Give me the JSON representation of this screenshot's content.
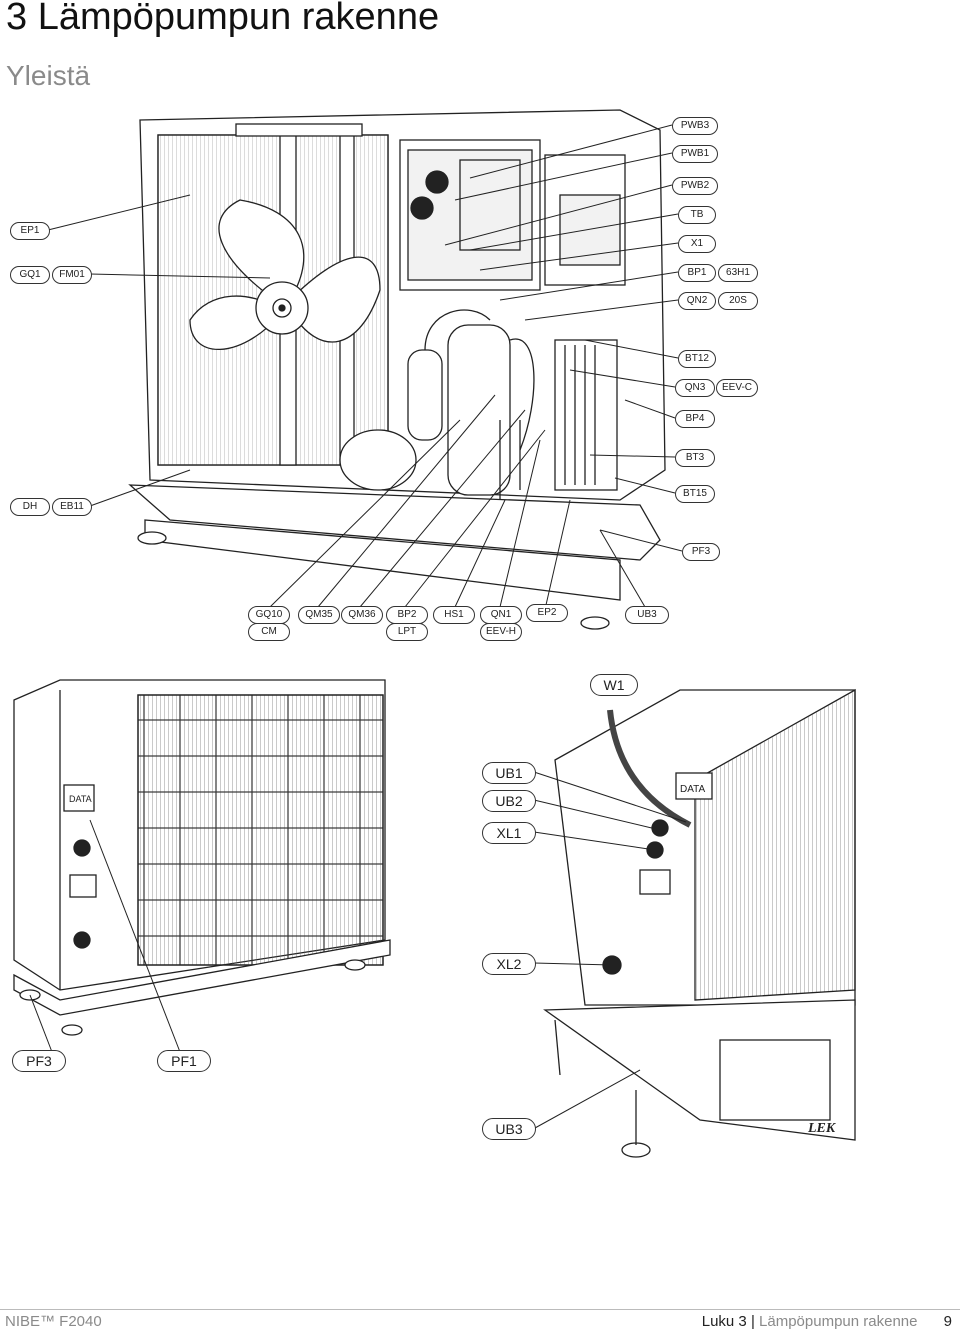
{
  "page": {
    "chapter_title": "3 Lämpöpumpun rakenne",
    "section_title": "Yleistä"
  },
  "labels_top": {
    "PWB3": "PWB3",
    "PWB1": "PWB1",
    "PWB2": "PWB2",
    "TB": "TB",
    "X1": "X1",
    "BP1": "BP1",
    "63H1": "63H1",
    "QN2": "QN2",
    "20S": "20S",
    "BT12": "BT12",
    "QN3": "QN3",
    "EEV-C": "EEV-C",
    "BP4": "BP4",
    "BT3": "BT3",
    "BT15": "BT15",
    "PF3": "PF3",
    "EP1": "EP1",
    "GQ1": "GQ1",
    "FM01": "FM01",
    "DH": "DH",
    "EB11": "EB11",
    "GQ10": "GQ10",
    "CM": "CM",
    "QM35": "QM35",
    "QM36": "QM36",
    "BP2": "BP2",
    "LPT": "LPT",
    "HS1": "HS1",
    "QN1": "QN1",
    "EEV-H": "EEV-H",
    "EP2": "EP2",
    "UB3": "UB3"
  },
  "labels_bottom": {
    "W1": "W1",
    "UB1": "UB1",
    "UB2": "UB2",
    "XL1": "XL1",
    "XL2": "XL2",
    "PF3": "PF3",
    "PF1": "PF1",
    "UB3": "UB3"
  },
  "plate_texts": {
    "data_left": "DATA",
    "data_right": "DATA",
    "brand_foot": "LEK"
  },
  "footer": {
    "brand": "NIBE™ F2040",
    "chapter": "Luku 3",
    "separator": "|",
    "section": "Lämpöpumpun rakenne",
    "page_number": "9"
  }
}
